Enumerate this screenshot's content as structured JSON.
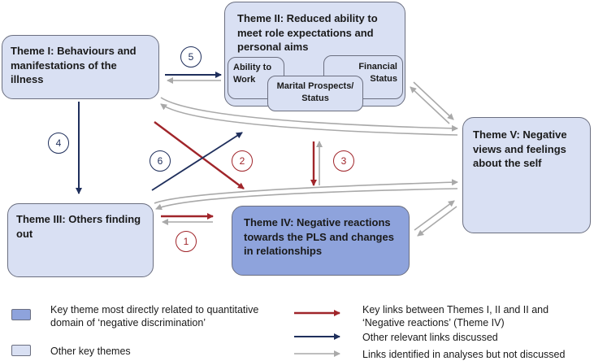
{
  "themes": {
    "t1": {
      "title": "Theme I: Behaviours  and manifestations of the illness"
    },
    "t2": {
      "title": "Theme II: Reduced ability to meet role expectations and personal aims",
      "sub_work": "Ability to Work",
      "sub_financial": "Financial Status",
      "sub_marital": "Marital Prospects/ Status"
    },
    "t3": {
      "title": "Theme III: Others finding out"
    },
    "t4": {
      "title": "Theme IV: Negative reactions towards the PLS and changes in relationships"
    },
    "t5": {
      "title": "Theme V: Negative views and feelings about the self"
    }
  },
  "link_numbers": [
    "1",
    "2",
    "3",
    "4",
    "5",
    "6"
  ],
  "legend": {
    "key_theme": "Key theme most directly related to quantitative domain of ‘negative discrimination’",
    "other_themes": "Other key themes",
    "key_links": "Key links between Themes I, II and II and ‘Negative reactions’ (Theme IV)",
    "other_links": "Other relevant links discussed",
    "identified_links": "Links identified in analyses but not discussed"
  },
  "colors": {
    "key_link": "#a0252a",
    "other_link": "#1f2f5c",
    "identified_link": "#a9a9a9",
    "key_theme_fill": "#8ea3dc",
    "other_theme_fill": "#d9e0f3"
  }
}
